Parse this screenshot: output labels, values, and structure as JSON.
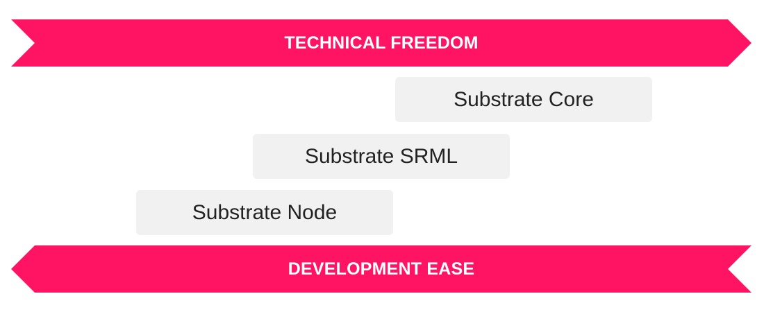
{
  "colors": {
    "banner": "#ff1464",
    "banner_text": "#ffffff",
    "box_background": "#f0f1f0",
    "box_text": "#222222"
  },
  "banners": {
    "top": {
      "label": "TECHNICAL FREEDOM",
      "direction": "right"
    },
    "bottom": {
      "label": "DEVELOPMENT EASE",
      "direction": "left"
    }
  },
  "layers": [
    {
      "label": "Substrate Core"
    },
    {
      "label": "Substrate SRML"
    },
    {
      "label": "Substrate Node"
    }
  ]
}
